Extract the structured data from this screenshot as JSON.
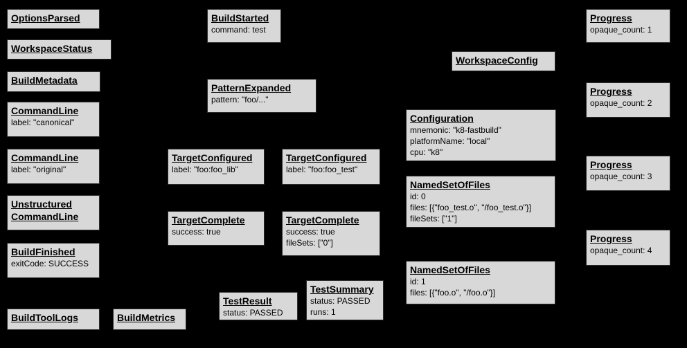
{
  "diagram": {
    "description": "Build event protocol graph",
    "colors": {
      "canvas_background": "#000000",
      "node_fill": "#d8d8d8",
      "node_border": "#2e2e2e",
      "text": "#000000"
    },
    "nodes": [
      {
        "title": "OptionsParsed",
        "lines": []
      },
      {
        "title": "WorkspaceStatus",
        "lines": []
      },
      {
        "title": "BuildMetadata",
        "lines": []
      },
      {
        "title": "CommandLine",
        "lines": [
          "label: \"canonical\""
        ]
      },
      {
        "title": "CommandLine",
        "lines": [
          "label: \"original\""
        ]
      },
      {
        "title": "Unstructured\nCommandLine",
        "lines": []
      },
      {
        "title": "BuildFinished",
        "lines": [
          "exitCode: SUCCESS"
        ]
      },
      {
        "title": "BuildToolLogs",
        "lines": []
      },
      {
        "title": "BuildMetrics",
        "lines": []
      },
      {
        "title": "BuildStarted",
        "lines": [
          "command: test"
        ]
      },
      {
        "title": "PatternExpanded",
        "lines": [
          "pattern: \"foo/...\""
        ]
      },
      {
        "title": "TargetConfigured",
        "lines": [
          "label: \"foo:foo_lib\""
        ]
      },
      {
        "title": "TargetConfigured",
        "lines": [
          "label: \"foo:foo_test\""
        ]
      },
      {
        "title": "TargetComplete",
        "lines": [
          "success: true"
        ]
      },
      {
        "title": "TargetComplete",
        "lines": [
          "success: true",
          "fileSets: [\"0\"]"
        ]
      },
      {
        "title": "TestResult",
        "lines": [
          "status: PASSED"
        ]
      },
      {
        "title": "TestSummary",
        "lines": [
          "status: PASSED",
          "runs: 1"
        ]
      },
      {
        "title": "WorkspaceConfig",
        "lines": []
      },
      {
        "title": "Configuration",
        "lines": [
          "mnemonic: \"k8-fastbuild\"",
          "platformName: \"local\"",
          "cpu: \"k8\""
        ]
      },
      {
        "title": "NamedSetOfFiles",
        "lines": [
          "id: 0",
          "files: [{\"foo_test.o\", \"/foo_test.o\"}]",
          "fileSets: [\"1\"]"
        ]
      },
      {
        "title": "NamedSetOfFiles",
        "lines": [
          "id: 1",
          "files: [{\"foo.o\", \"/foo.o\"}]"
        ]
      },
      {
        "title": "Progress",
        "lines": [
          "opaque_count: 1"
        ]
      },
      {
        "title": "Progress",
        "lines": [
          "opaque_count: 2"
        ]
      },
      {
        "title": "Progress",
        "lines": [
          "opaque_count: 3"
        ]
      },
      {
        "title": "Progress",
        "lines": [
          "opaque_count: 4"
        ]
      }
    ]
  }
}
